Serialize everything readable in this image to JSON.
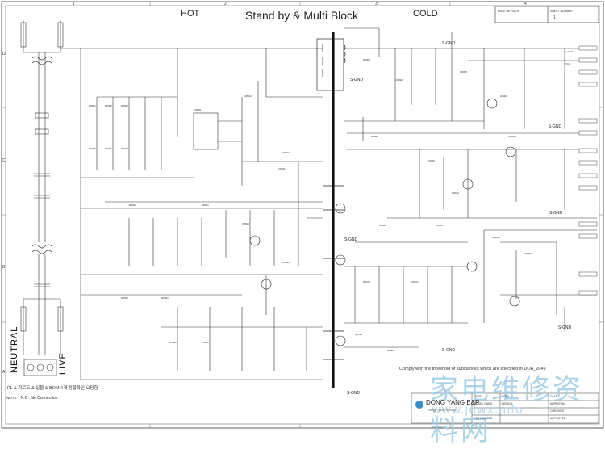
{
  "header": {
    "hot": "HOT",
    "title": "Stand by & Multi Block",
    "cold": "COLD",
    "page_revision_label": "PAGE REVISION",
    "sheet_number_label": "SHEET NUMBER",
    "sheet_number": "1"
  },
  "column_numbers": [
    "1",
    "2",
    "3",
    "4"
  ],
  "row_letters": [
    "D",
    "C",
    "B",
    "A"
  ],
  "ground_labels": [
    "S-GND",
    "S-GND",
    "S-GND",
    "S-GND",
    "S-GND",
    "S-GND",
    "S-GND",
    "S-GND"
  ],
  "side_labels": {
    "neutral": "NEUTRAL",
    "live": "LIVE"
  },
  "notes": {
    "korean_note": "PL & 회로도 & 실물 & BOM 4개 정합확인 요망함",
    "note_label": "NOTE",
    "note_text": "N.C : No Connection",
    "compliance": "Comply with the threshold of substances which are specified in DOA_2049"
  },
  "title_block": {
    "company": "DONG YANG E&P",
    "company_sub": "energy · plus · solution",
    "fields": [
      "USER",
      "MODEL NAME",
      "PCB NUMBER",
      "TITLE",
      "DATE",
      "DESIGN",
      "APPROVAL",
      "CHECKED",
      "APPROVED"
    ]
  },
  "watermark": {
    "text": "家电维修资料网",
    "url": "www.jdwx.info"
  }
}
